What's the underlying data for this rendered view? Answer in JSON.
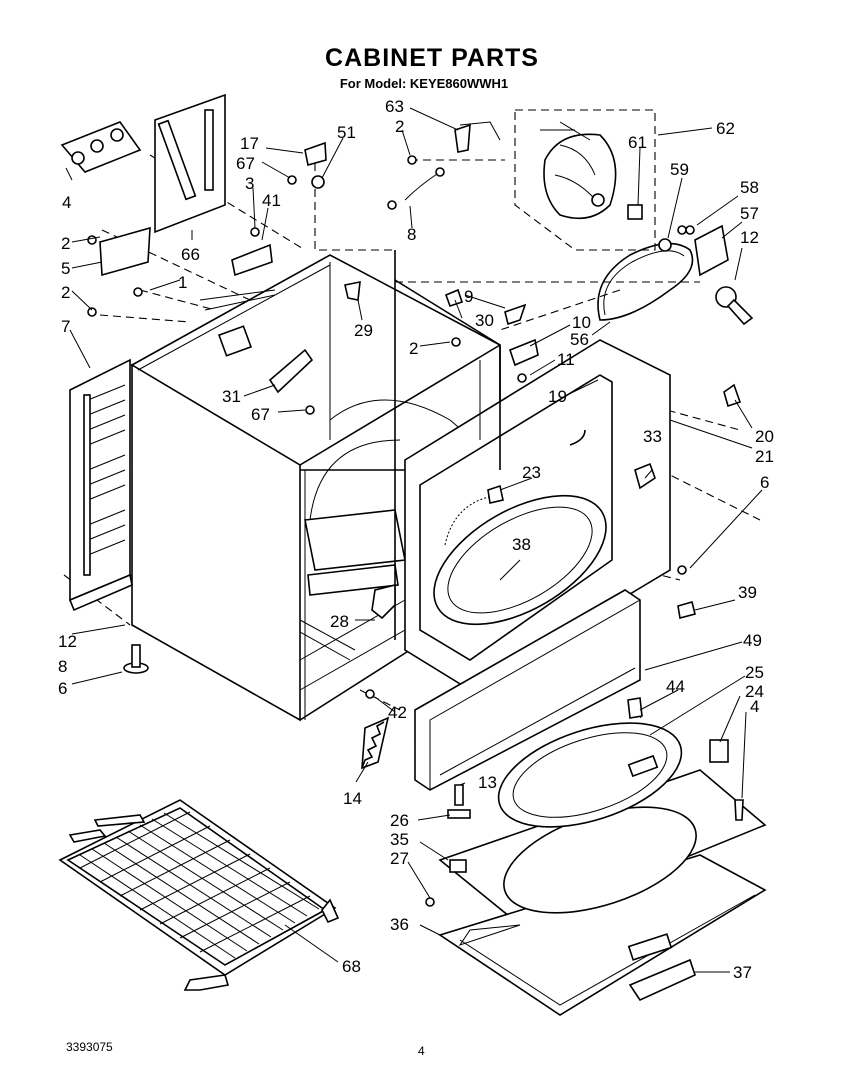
{
  "title": "CABINET PARTS",
  "subtitle": "For Model: KEYE860WWH1",
  "doc_number": "3393075",
  "page_number": "4",
  "callouts": [
    {
      "id": "c63",
      "text": "63"
    },
    {
      "id": "c2a",
      "text": "2"
    },
    {
      "id": "c62",
      "text": "62"
    },
    {
      "id": "c61",
      "text": "61"
    },
    {
      "id": "c17",
      "text": "17"
    },
    {
      "id": "c51",
      "text": "51"
    },
    {
      "id": "c67a",
      "text": "67"
    },
    {
      "id": "c3",
      "text": "3"
    },
    {
      "id": "c41",
      "text": "41"
    },
    {
      "id": "c4a",
      "text": "4"
    },
    {
      "id": "c66",
      "text": "66"
    },
    {
      "id": "c2b",
      "text": "2"
    },
    {
      "id": "c5",
      "text": "5"
    },
    {
      "id": "c2c",
      "text": "2"
    },
    {
      "id": "c1",
      "text": "1"
    },
    {
      "id": "c7",
      "text": "7"
    },
    {
      "id": "c8a",
      "text": "8"
    },
    {
      "id": "c59",
      "text": "59"
    },
    {
      "id": "c58",
      "text": "58"
    },
    {
      "id": "c57",
      "text": "57"
    },
    {
      "id": "c12a",
      "text": "12"
    },
    {
      "id": "c9",
      "text": "9"
    },
    {
      "id": "c30",
      "text": "30"
    },
    {
      "id": "c29",
      "text": "29"
    },
    {
      "id": "c10",
      "text": "10"
    },
    {
      "id": "c56",
      "text": "56"
    },
    {
      "id": "c2d",
      "text": "2"
    },
    {
      "id": "c11",
      "text": "11"
    },
    {
      "id": "c19",
      "text": "19"
    },
    {
      "id": "c31",
      "text": "31"
    },
    {
      "id": "c67b",
      "text": "67"
    },
    {
      "id": "c20",
      "text": "20"
    },
    {
      "id": "c21",
      "text": "21"
    },
    {
      "id": "c33",
      "text": "33"
    },
    {
      "id": "c23",
      "text": "23"
    },
    {
      "id": "c6a",
      "text": "6"
    },
    {
      "id": "c38",
      "text": "38"
    },
    {
      "id": "c39",
      "text": "39"
    },
    {
      "id": "c28",
      "text": "28"
    },
    {
      "id": "c12b",
      "text": "12"
    },
    {
      "id": "c8b",
      "text": "8"
    },
    {
      "id": "c49",
      "text": "49"
    },
    {
      "id": "c6b",
      "text": "6"
    },
    {
      "id": "c25",
      "text": "25"
    },
    {
      "id": "c24",
      "text": "24"
    },
    {
      "id": "c44",
      "text": "44"
    },
    {
      "id": "c42",
      "text": "42"
    },
    {
      "id": "c4b",
      "text": "4"
    },
    {
      "id": "c13",
      "text": "13"
    },
    {
      "id": "c14",
      "text": "14"
    },
    {
      "id": "c26",
      "text": "26"
    },
    {
      "id": "c35",
      "text": "35"
    },
    {
      "id": "c27",
      "text": "27"
    },
    {
      "id": "c36",
      "text": "36"
    },
    {
      "id": "c37",
      "text": "37"
    },
    {
      "id": "c68",
      "text": "68"
    }
  ]
}
